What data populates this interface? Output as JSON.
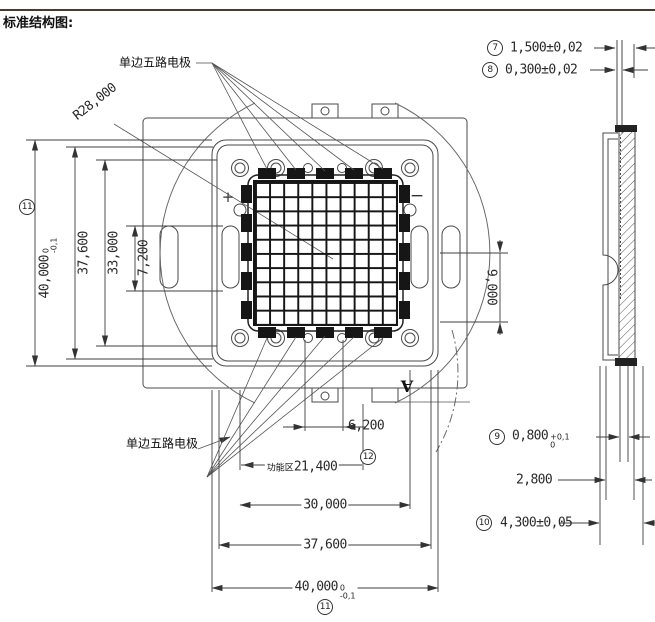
{
  "title": "标准结构图:",
  "drawing": {
    "electrode_label_top": "单边五路电极",
    "electrode_label_bottom": "单边五路电极",
    "radius_label": "R28,000",
    "plus_mark": "+",
    "minus_mark": "−",
    "section_marker": "A"
  },
  "dims": {
    "d7": {
      "num": "7",
      "text": "1,500±0,02"
    },
    "d8": {
      "num": "8",
      "text": "0,300±0,02"
    },
    "d9": {
      "num": "9",
      "text": "0,800",
      "tol_top": "+0,1",
      "tol_bottom": "0"
    },
    "d2800": {
      "text": "2,800"
    },
    "d10": {
      "num": "10",
      "text": "4,300±0,05"
    },
    "left40000": {
      "num": "11",
      "text": "40,000",
      "tol_top": "0",
      "tol_bottom": "-0,1"
    },
    "left37600": {
      "text": "37,600"
    },
    "left33000": {
      "text": "33,000"
    },
    "left7200": {
      "text": "7,200"
    },
    "right9000": {
      "text": "9,000"
    },
    "b6200": {
      "text": "6,200"
    },
    "b21400": {
      "prefix": "功能区",
      "text": "21,400",
      "num": "12"
    },
    "b30000": {
      "text": "30,000"
    },
    "b37600": {
      "text": "37,600"
    },
    "b40000": {
      "text": "40,000",
      "tol_top": "0",
      "tol_bottom": "-0,1",
      "num": "11"
    }
  }
}
